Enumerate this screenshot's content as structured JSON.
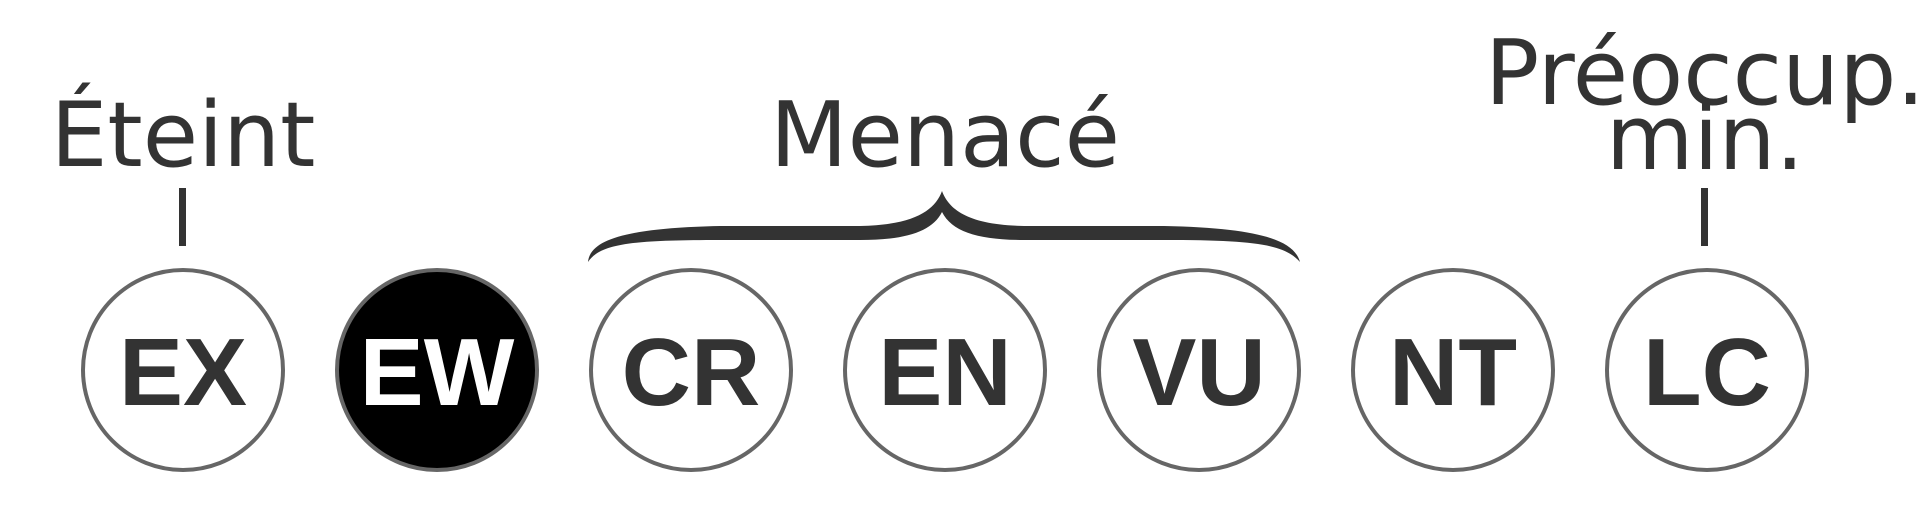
{
  "groups": {
    "extinct": "Éteint",
    "threatened": "Menacé",
    "least_concern_line1": "Préoccup.",
    "least_concern_line2": "min."
  },
  "categories": [
    {
      "code": "EX",
      "highlighted": false
    },
    {
      "code": "EW",
      "highlighted": true
    },
    {
      "code": "CR",
      "highlighted": false
    },
    {
      "code": "EN",
      "highlighted": false
    },
    {
      "code": "VU",
      "highlighted": false
    },
    {
      "code": "NT",
      "highlighted": false
    },
    {
      "code": "LC",
      "highlighted": false
    }
  ],
  "colors": {
    "text": "#333333",
    "outline": "#666666",
    "highlight_fill": "#000000",
    "highlight_text": "#ffffff",
    "background": "#ffffff"
  }
}
